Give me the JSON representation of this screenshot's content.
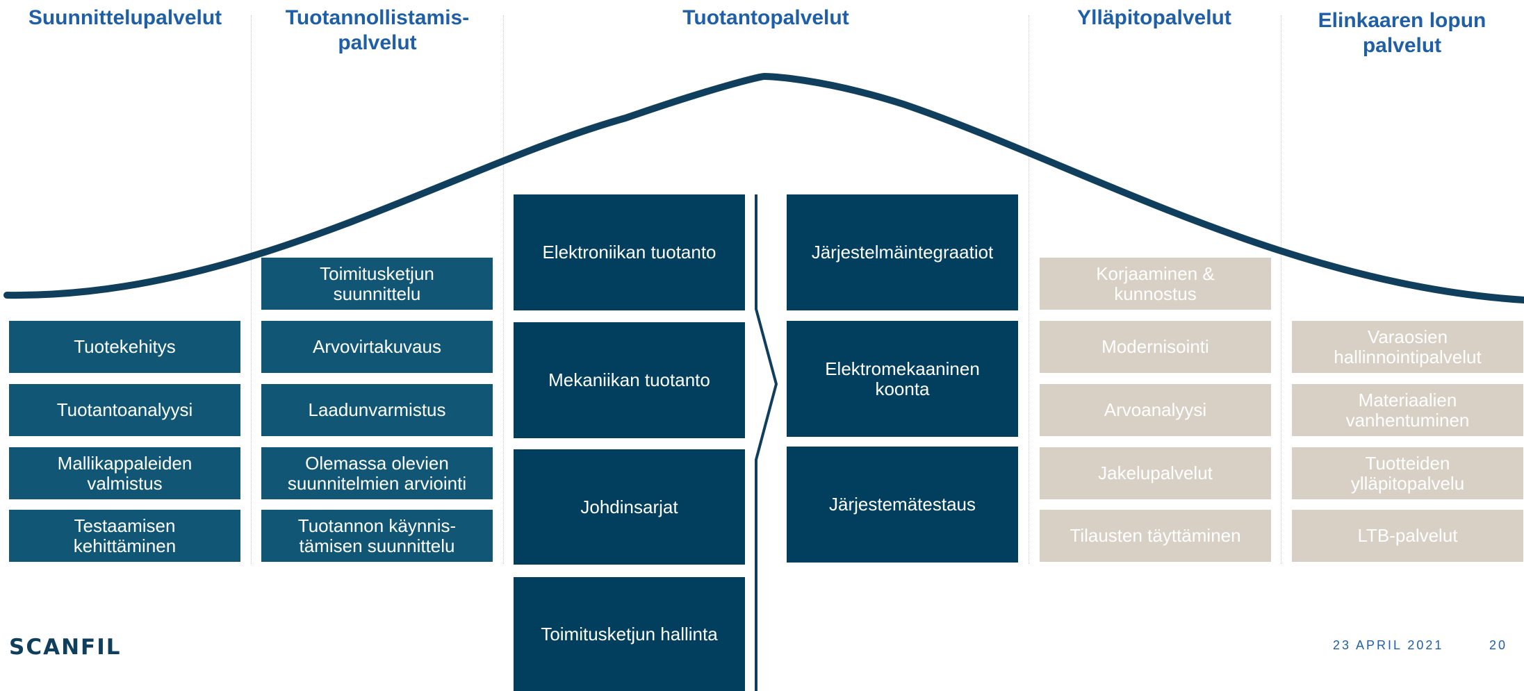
{
  "columns": [
    {
      "title": "Suunnittelupalvelut"
    },
    {
      "title": "Tuotannollistamis-\npalvelut"
    },
    {
      "title": "Tuotantopalvelut"
    },
    {
      "title": "Ylläpitopalvelut"
    },
    {
      "title": "Elinkaaren lopun\npalvelut"
    }
  ],
  "design_services": [
    "Tuotekehitys",
    "Tuotantoanalyysi",
    "Mallikappaleiden\nvalmistus",
    "Testaamisen\nkehittäminen"
  ],
  "industrialization_services": [
    "Toimitusketjun\nsuunnittelu",
    "Arvovirtakuvaus",
    "Laadunvarmistus",
    "Olemassa olevien\nsuunnitelmien arviointi",
    "Tuotannon käynnis-\ntämisen suunnittelu"
  ],
  "production_left": [
    "Elektroniikan tuotanto",
    "Mekaniikan tuotanto",
    "Johdinsarjat",
    "Toimitusketjun hallinta"
  ],
  "production_right": [
    "Järjestelmäintegraatiot",
    "Elektromekaaninen\nkoonta",
    "Järjestemätestaus"
  ],
  "maintenance_services": [
    "Korjaaminen &\nkunnostus",
    "Modernisointi",
    "Arvoanalyysi",
    "Jakelupalvelut",
    "Tilausten täyttäminen"
  ],
  "end_of_life_services": [
    "Varaosien\nhallinnointipalvelut",
    "Materiaalien\nvanhentuminen",
    "Tuotteiden\nylläpitopalvelu",
    "LTB-palvelut"
  ],
  "footer": {
    "logo": "SCANFIL",
    "date": "23 APRIL 2021",
    "page": "20"
  },
  "colors": {
    "title": "#1f5fa8",
    "box_teal": "#115775",
    "box_navy": "#023f5e",
    "box_beige": "#d8d0c5",
    "curve": "#0f3f5c"
  }
}
